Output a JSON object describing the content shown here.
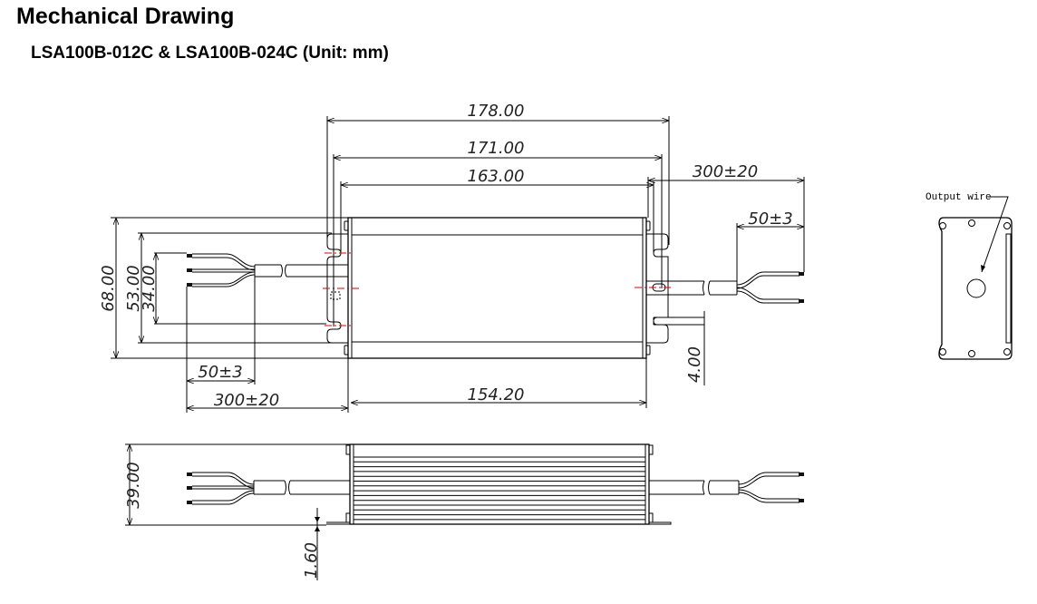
{
  "header": {
    "title": "Mechanical Drawing",
    "subtitle": "LSA100B-012C & LSA100B-024C  (Unit: mm)"
  },
  "drawing": {
    "top_view": {
      "overall_length": "178.00",
      "mounting_length": "171.00",
      "hole_length": "163.00",
      "body_length": "154.20",
      "overall_width": "68.00",
      "mount_width": "53.00",
      "hole_spacing": "34.00",
      "input_wire_length": "300±20",
      "input_strip_length": "50±3",
      "output_wire_length": "300±20",
      "output_strip_length": "50±3",
      "flange_thickness": "4.00"
    },
    "side_view": {
      "height": "39.00",
      "flange_height": "1.60"
    },
    "end_view": {
      "label": "Output wire"
    }
  }
}
